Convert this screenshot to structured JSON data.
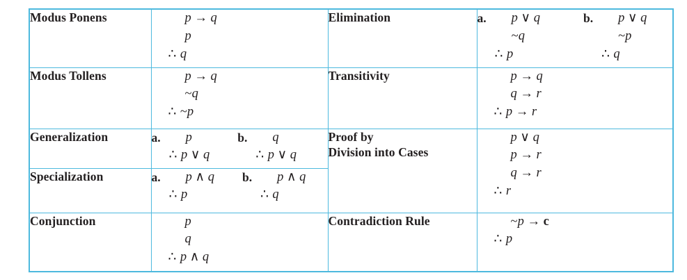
{
  "colors": {
    "border": "#4db9de",
    "text": "#231f20",
    "page_background": "#ffffff"
  },
  "rules": {
    "modus_ponens": {
      "name_lines": [
        "Modus Ponens"
      ],
      "forms": [
        {
          "premises": [
            "p → q",
            "p"
          ],
          "conclusion": "q"
        }
      ]
    },
    "elimination": {
      "name_lines": [
        "Elimination"
      ],
      "forms": [
        {
          "label": "a.",
          "premises": [
            "p ∨ q",
            "~q"
          ],
          "conclusion": "p"
        },
        {
          "label": "b.",
          "premises": [
            "p ∨ q",
            "~p"
          ],
          "conclusion": "q"
        }
      ]
    },
    "modus_tollens": {
      "name_lines": [
        "Modus Tollens"
      ],
      "forms": [
        {
          "premises": [
            "p → q",
            "~q"
          ],
          "conclusion": "~p"
        }
      ]
    },
    "transitivity": {
      "name_lines": [
        "Transitivity"
      ],
      "forms": [
        {
          "premises": [
            "p → q",
            "q → r"
          ],
          "conclusion": "p → r"
        }
      ]
    },
    "generalization": {
      "name_lines": [
        "Generalization"
      ],
      "forms": [
        {
          "label": "a.",
          "premises": [
            "p"
          ],
          "conclusion": "p ∨ q"
        },
        {
          "label": "b.",
          "premises": [
            "q"
          ],
          "conclusion": "p ∨ q"
        }
      ]
    },
    "specialization": {
      "name_lines": [
        "Specialization"
      ],
      "forms": [
        {
          "label": "a.",
          "premises": [
            "p ∧ q"
          ],
          "conclusion": "p"
        },
        {
          "label": "b.",
          "premises": [
            "p ∧ q"
          ],
          "conclusion": "q"
        }
      ]
    },
    "proof_by_division_into_cases": {
      "name_lines": [
        "Proof by",
        "Division into Cases"
      ],
      "forms": [
        {
          "premises": [
            "p ∨ q",
            "p → r",
            "q → r"
          ],
          "conclusion": "r"
        }
      ]
    },
    "conjunction": {
      "name_lines": [
        "Conjunction"
      ],
      "forms": [
        {
          "premises": [
            "p",
            "q"
          ],
          "conclusion": "p ∧ q"
        }
      ]
    },
    "contradiction_rule": {
      "name_lines": [
        "Contradiction Rule"
      ],
      "forms": [
        {
          "premises": [
            "~p → c"
          ],
          "conclusion": "p"
        }
      ]
    }
  }
}
